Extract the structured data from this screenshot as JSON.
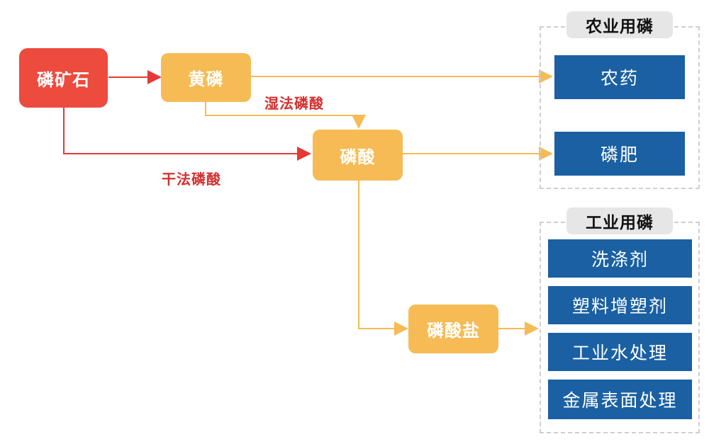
{
  "nodes": {
    "phosphate_rock": "磷矿石",
    "yellow_phosphorus": "黄磷",
    "phosphoric_acid": "磷酸",
    "phosphate_salt": "磷酸盐"
  },
  "edge_labels": {
    "wet_process": "湿法磷酸",
    "dry_process": "干法磷酸"
  },
  "agriculture": {
    "title": "农业用磷",
    "items": [
      "农药",
      "磷肥"
    ]
  },
  "industry": {
    "title": "工业用磷",
    "items": [
      "洗涤剂",
      "塑料增塑剂",
      "工业水处理",
      "金属表面处理"
    ]
  },
  "colors": {
    "rock": "#ec4b3e",
    "intermediate": "#f6bb54",
    "application": "#1a60a3",
    "red_arrow": "#e53935",
    "orange_arrow": "#f6bb54"
  }
}
